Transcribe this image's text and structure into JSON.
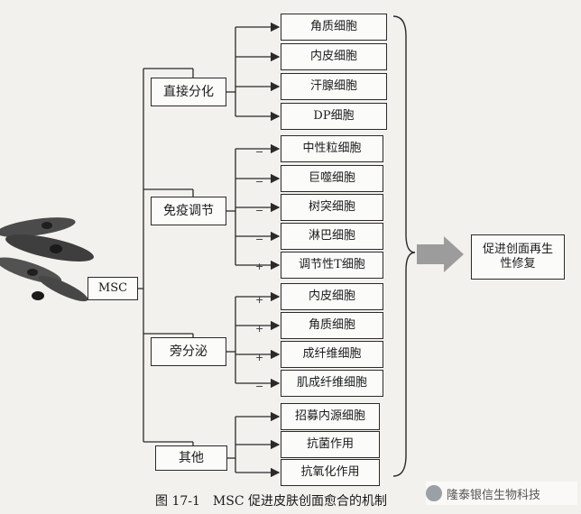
{
  "root": "MSC",
  "categories": [
    {
      "label": "直接分化",
      "items": [
        {
          "label": "角质细胞",
          "sign": ""
        },
        {
          "label": "内皮细胞",
          "sign": ""
        },
        {
          "label": "汗腺细胞",
          "sign": ""
        },
        {
          "label": "DP细胞",
          "sign": ""
        }
      ]
    },
    {
      "label": "免疫调节",
      "items": [
        {
          "label": "中性粒细胞",
          "sign": "−"
        },
        {
          "label": "巨噬细胞",
          "sign": "−"
        },
        {
          "label": "树突细胞",
          "sign": "−"
        },
        {
          "label": "淋巴细胞",
          "sign": "−"
        },
        {
          "label": "调节性T细胞",
          "sign": "+"
        }
      ]
    },
    {
      "label": "旁分泌",
      "items": [
        {
          "label": "内皮细胞",
          "sign": "+"
        },
        {
          "label": "角质细胞",
          "sign": "+"
        },
        {
          "label": "成纤维细胞",
          "sign": "+"
        },
        {
          "label": "肌成纤维细胞",
          "sign": "−"
        }
      ]
    },
    {
      "label": "其他",
      "items": [
        {
          "label": "招募内源细胞",
          "sign": ""
        },
        {
          "label": "抗菌作用",
          "sign": ""
        },
        {
          "label": "抗氧化作用",
          "sign": ""
        }
      ]
    }
  ],
  "outcome": "促进创面再生性修复",
  "caption": "图 17-1　MSC 促进皮肤创面愈合的机制",
  "watermark": "隆泰银信生物科技"
}
